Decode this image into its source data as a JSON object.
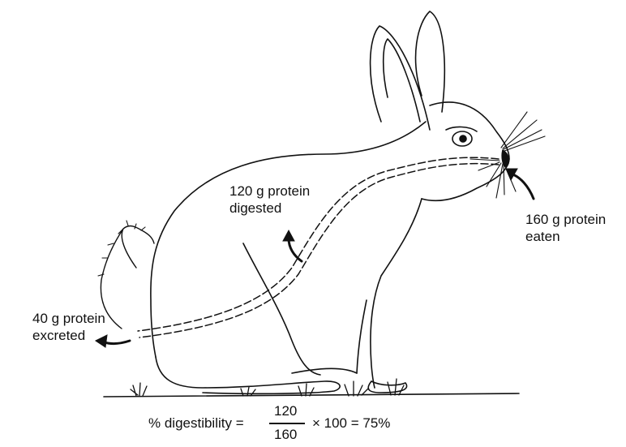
{
  "labels": {
    "eaten": {
      "line1": "160 g protein",
      "line2": "eaten"
    },
    "digested": {
      "line1": "120 g protein",
      "line2": "digested"
    },
    "excreted": {
      "line1": "40 g protein",
      "line2": "excreted"
    }
  },
  "formula": {
    "left": "% digestibility =",
    "numerator": "120",
    "denominator": "160",
    "right": "× 100 = 75%"
  },
  "colors": {
    "ink": "#111111",
    "background": "#ffffff"
  }
}
